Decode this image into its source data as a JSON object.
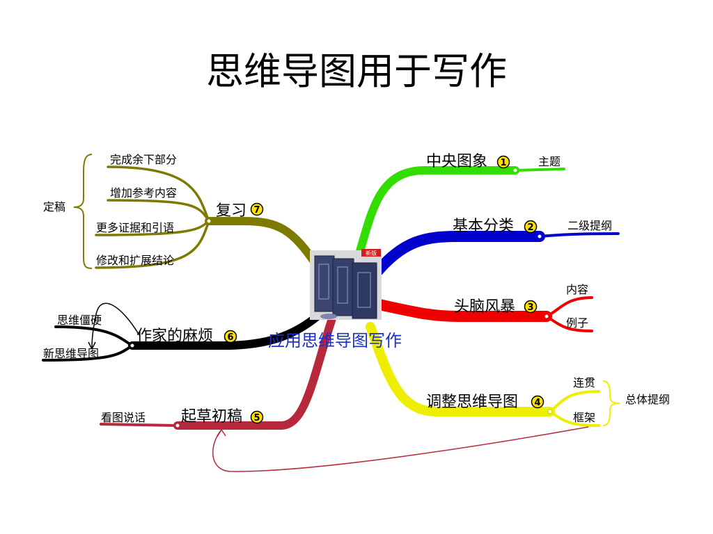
{
  "title": "思维导图用于写作",
  "center": {
    "label": "应用思维导图写作",
    "badge": "新版"
  },
  "branches": [
    {
      "label": "中央图象",
      "number": "1",
      "color": "#33dd00",
      "children": [
        "主题"
      ]
    },
    {
      "label": "基本分类",
      "number": "2",
      "color": "#0000cc",
      "children": [
        "二级提纲"
      ]
    },
    {
      "label": "头脑风暴",
      "number": "3",
      "color": "#ee0000",
      "children": [
        "内容",
        "例子"
      ]
    },
    {
      "label": "调整思维导图",
      "number": "4",
      "color": "#eeee00",
      "children": [
        "连贯",
        "框架"
      ],
      "summary": "总体提纲"
    },
    {
      "label": "起草初稿",
      "number": "5",
      "color": "#b8283c",
      "children": [
        "看图说话"
      ]
    },
    {
      "label": "作家的麻烦",
      "number": "6",
      "color": "#000000",
      "children": [
        "思维僵硬",
        "新思维导图"
      ]
    },
    {
      "label": "复习",
      "number": "7",
      "color": "#7d7a00",
      "children": [
        "完成余下部分",
        "增加参考内容",
        "更多证据和引语",
        "修改和扩展结论"
      ],
      "summary": "定稿"
    }
  ]
}
